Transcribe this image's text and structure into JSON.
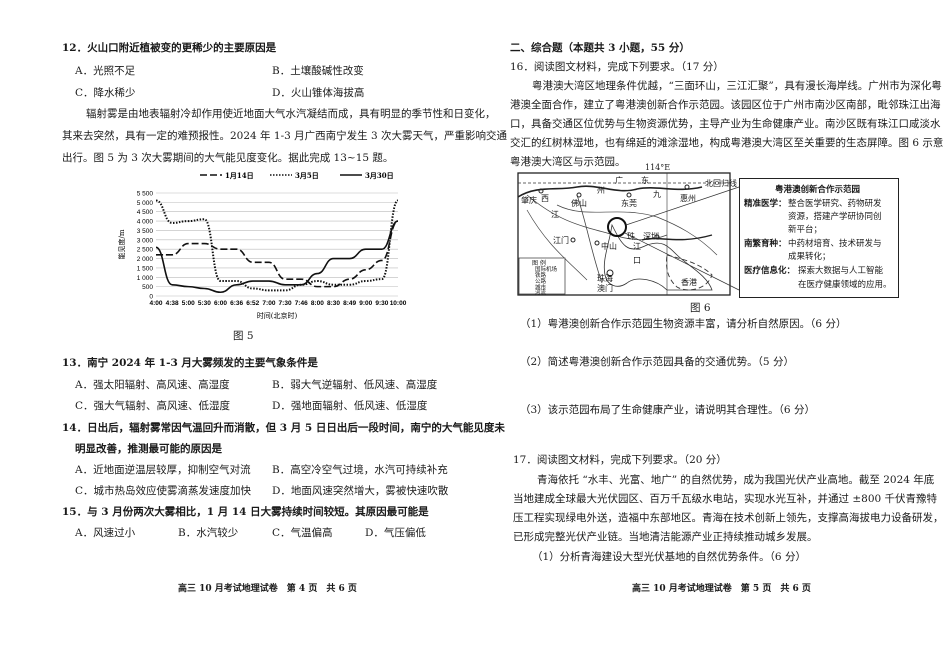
{
  "left_page": {
    "q12": {
      "stem": "12．火山口附近植被变的更稀少的主要原因是",
      "options": [
        "A．光照不足",
        "B．土壤酸碱性改变",
        "C．降水稀少",
        "D．火山锥体海拔高"
      ]
    },
    "material": [
      "辐射雾是由地表辐射冷却作用使近地面大气水汽凝结而成，具有明显的季节性和日变化，",
      "其来去突然，具有一定的难预报性。2024 年 1-3 月广西南宁发生 3 次大雾天气，严重影响交通",
      "出行。图 5 为 3 次大雾期间的大气能见度变化。据此完成 13~15 题。"
    ],
    "figure_caption": "图 5",
    "q13": {
      "stem": "13．南宁 2024 年 1-3 月大雾频发的主要气象条件是",
      "options": [
        "A．强太阳辐射、高风速、高湿度",
        "B．弱大气逆辐射、低风速、高湿度",
        "C．强大气辐射、高风速、低湿度",
        "D．强地面辐射、低风速、低湿度"
      ]
    },
    "q14": {
      "stem": "14．日出后，辐射雾常因气温回升而消散，但 3 月 5 日日出后一段时间，南宁的大气能见度未",
      "stem2": "明显改善，推测最可能的原因是",
      "options": [
        "A．近地面逆温层较厚，抑制空气对流",
        "B．高空冷空气过境，水汽可持续补充",
        "C．城市热岛效应使雾滴蒸发速度加快",
        "D．地面风速突然增大，雾被快速吹散"
      ]
    },
    "q15": {
      "stem": "15．与 3 月份两次大雾相比，1 月 14 日大雾持续时间较短。其原因最可能是",
      "options": [
        "A．风速过小",
        "B．水汽较少",
        "C．气温偏高",
        "D．气压偏低"
      ]
    },
    "footer": "高三 10 月考试地理试卷　第 4 页　共 6 页"
  },
  "chart_data": {
    "type": "line",
    "title": "",
    "xlabel": "时间(北京时)",
    "ylabel": "能见度/m",
    "ylim": [
      0,
      5500
    ],
    "yticks": [
      "0",
      "500",
      "1 000",
      "1 500",
      "2 000",
      "2 500",
      "3 000",
      "3 500",
      "4 000",
      "4 500",
      "5 000",
      "5 500"
    ],
    "grid": true,
    "legend_position": "top",
    "categories": [
      "4:00",
      "4:38",
      "5:00",
      "5:30",
      "6:00",
      "6:36",
      "6:52",
      "7:00",
      "7:30",
      "7:46",
      "8:00",
      "8:30",
      "8:49",
      "9:00",
      "9:30",
      "10:00"
    ],
    "series": [
      {
        "name": "1月14日",
        "style": "dashed",
        "values": [
          2200,
          2200,
          2800,
          2800,
          2500,
          2500,
          1800,
          1800,
          900,
          900,
          500,
          500,
          900,
          1400,
          1900,
          4000
        ]
      },
      {
        "name": "3月5日",
        "style": "dotted",
        "values": [
          5100,
          3900,
          4000,
          4100,
          800,
          800,
          400,
          300,
          300,
          600,
          800,
          600,
          600,
          800,
          900,
          5100
        ]
      },
      {
        "name": "3月30日",
        "style": "solid",
        "values": [
          2600,
          600,
          500,
          400,
          200,
          600,
          800,
          800,
          600,
          600,
          1200,
          2000,
          2000,
          2500,
          2500,
          4000
        ]
      }
    ]
  },
  "right_page": {
    "section": "二、综合题（本题共 3 小题，55 分）",
    "q16": {
      "stem": "16．阅读图文材料，完成下列要求。（17 分）",
      "material": [
        "粤港澳大湾区地理条件优越，“三面环山，三江汇聚”，具有漫长海岸线。广州市为深化粤",
        "港澳全面合作，建立了粤港澳创新合作示范园。该园区位于广州市南沙区南部，毗邻珠江出海",
        "口，具备交通区位优势与生物资源优势，主导产业为生命健康产业。南沙区既有珠江口咸淡水",
        "交汇的红树林湿地，也有绵延的滩涂湿地，构成粤港澳大湾区至关重要的生态屏障。图 6 示意",
        "粤港澳大湾区与示范园。"
      ],
      "figure_caption": "图 6",
      "map": {
        "longitude": "114°E",
        "tropic": "北回归线",
        "places": [
          "广",
          "东",
          "州",
          "西",
          "肇庆",
          "佛山",
          "江",
          "东莞",
          "九",
          "惠州",
          "江门",
          "中山",
          "珠海",
          "澳门",
          "深圳",
          "香港",
          "珠",
          "江",
          "口"
        ],
        "legend_title": "图 例",
        "legend_items": [
          "国际机场",
          "铁路",
          "公路",
          "城市",
          "河流"
        ]
      },
      "park_box": {
        "title": "粤港澳创新合作示范园",
        "items": [
          {
            "label": "精准医学：",
            "lines": [
              "整合医学研究、药物研发",
              "资源，搭建产学研协同创",
              "新平台；"
            ]
          },
          {
            "label": "南繁育种：",
            "lines": [
              "中药材培育、技术研发与",
              "成果转化；"
            ]
          },
          {
            "label": "医疗信息化：",
            "lines": [
              "探索大数据与人工智能",
              "在医疗健康领域的应用。"
            ]
          }
        ]
      },
      "sub": [
        "（1）粤港澳创新合作示范园生物资源丰富，请分析自然原因。（6 分）",
        "（2）简述粤港澳创新合作示范园具备的交通优势。（5 分）",
        "（3）该示范园布局了生命健康产业，请说明其合理性。（6 分）"
      ]
    },
    "q17": {
      "stem": "17．阅读图文材料，完成下列要求。（20 分）",
      "material": [
        "青海依托 “水丰、光富、地广” 的自然优势，成为我国光伏产业高地。截至 2024 年底",
        "当地建成全球最大光伏园区、百万千瓦级水电站，实现水光互补，并通过 ±800 千伏青豫特",
        "压工程实现绿电外送，造福中东部地区。青海在技术创新上领先，支撑高海拔电力设备研发，",
        "已形成完整光伏产业链。当地清洁能源产业正持续推动城乡发展。"
      ],
      "sub": [
        "（1）分析青海建设大型光伏基地的自然优势条件。（6 分）"
      ]
    },
    "footer": "高三 10 月考试地理试卷　第 5 页　共 6 页"
  }
}
